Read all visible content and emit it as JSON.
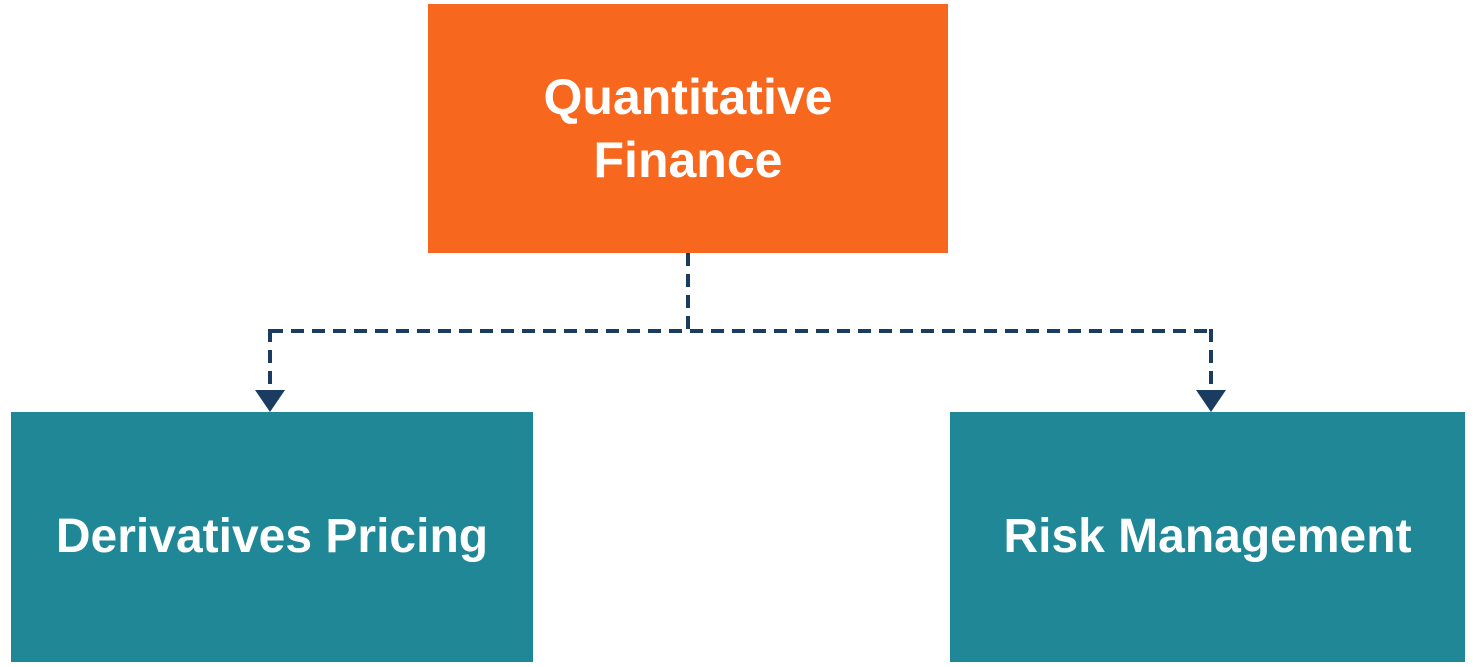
{
  "diagram": {
    "title": "Quantitative Finance breakdown diagram",
    "root": {
      "label": "Quantitative Finance"
    },
    "children": [
      {
        "label": "Derivatives Pricing"
      },
      {
        "label": "Risk Management"
      }
    ],
    "connector_style": "dashed-with-arrowheads"
  },
  "colors": {
    "root_fill": "#F7671E",
    "child_fill": "#1F8795",
    "connector": "#1B3C61",
    "text": "#FFFFFF",
    "background": "#FFFFFF"
  }
}
